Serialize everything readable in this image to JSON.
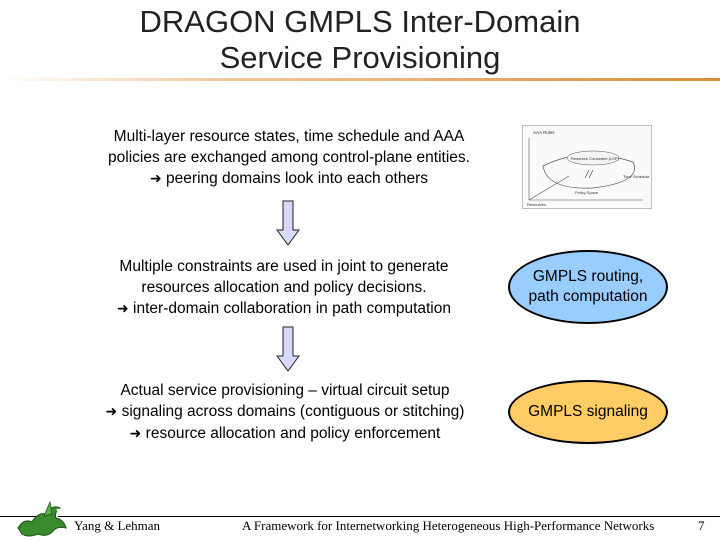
{
  "title": {
    "line1": "DRAGON GMPLS Inter-Domain",
    "line2": "Service Provisioning"
  },
  "block1": {
    "line1": "Multi-layer resource states, time schedule and AAA",
    "line2": "policies are exchanged among control-plane entities.",
    "line3_arrow": "➜",
    "line3": " peering domains look into each others"
  },
  "block2": {
    "line1": "Multiple constraints are used in joint to generate",
    "line2": "resources allocation and policy decisions.",
    "line3_arrow": "➜",
    "line3": " inter-domain collaboration in path computation"
  },
  "block3": {
    "line1": "Actual service provisioning – virtual circuit setup",
    "line2_arrow": "➜",
    "line2": " signaling across domains (contiguous or stitching)",
    "line3_arrow": "➜",
    "line3": " resource allocation and policy enforcement"
  },
  "ellipse_routing": {
    "line1": "GMPLS routing,",
    "line2": "path computation",
    "fill": "#99ccff"
  },
  "ellipse_signaling": {
    "label": "GMPLS signaling",
    "fill": "#ffcc66"
  },
  "thumbnail": {
    "label_top": "AAA Rules",
    "label_center": "Resource Constraint (LSP)",
    "label_time": "Time Schedule",
    "label_policy": "Policy Space",
    "label_bottom": "Resources"
  },
  "footer": {
    "authors": "Yang & Lehman",
    "title": "A Framework for Internetworking Heterogeneous High-Performance Networks",
    "page": "7"
  },
  "colors": {
    "arrow_fill": "#d8d8f8",
    "title_rule": "#d98c3a"
  }
}
